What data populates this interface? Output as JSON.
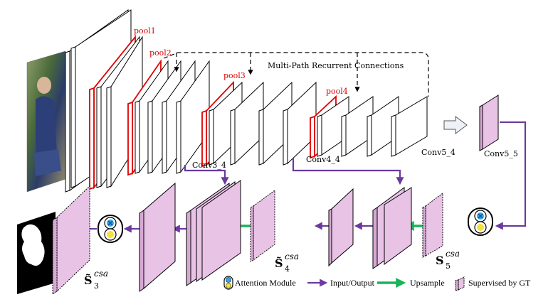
{
  "labels": {
    "pool1": "pool1",
    "pool2": "pool2",
    "pool3": "pool3",
    "pool4": "pool4",
    "recurrent": "Multi-Path  Recurrent  Connections",
    "conv3_4": "Conv3_4",
    "conv4_4": "Conv4_4",
    "conv5_4": "Conv5_4",
    "conv5_5": "Conv5_5"
  },
  "saliency": {
    "s5": {
      "base": "S",
      "sup": "csa",
      "sub": "5"
    },
    "s4": {
      "base": "S̃",
      "sup": "csa",
      "sub": "4"
    },
    "s3": {
      "base": "S̃",
      "sup": "csa",
      "sub": "3"
    }
  },
  "legend": {
    "attention": "Attention Module",
    "io": "Input/Output",
    "upsample": "Upsample",
    "supervised": "Supervised by GT"
  },
  "colors": {
    "feature": "#e8c3e6",
    "pool_edge": "#e00000",
    "io_arrow": "#6a3a9e",
    "upsample_arrow": "#19b35a",
    "attn_blue": "#2ea7e6",
    "attn_yellow": "#f2e23a"
  }
}
